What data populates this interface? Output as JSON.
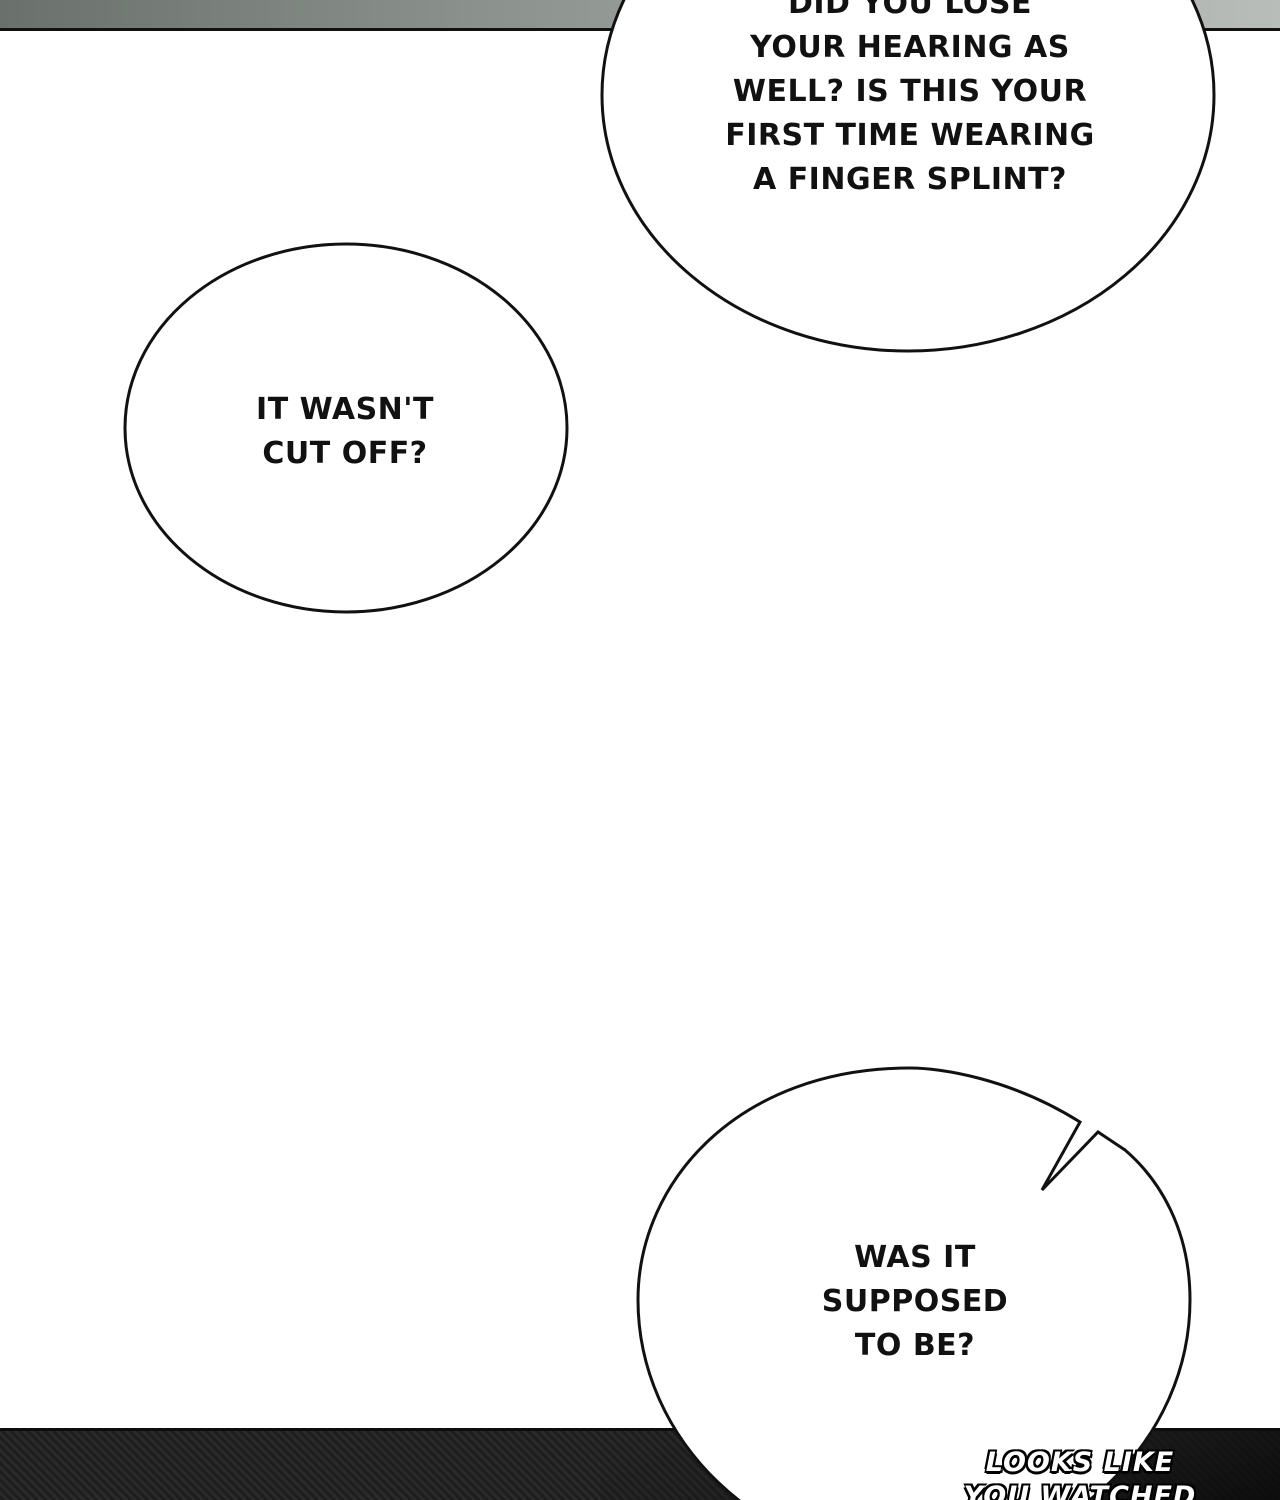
{
  "speech_bubbles": [
    {
      "text": "DID YOU LOSE\nYOUR HEARING AS\nWELL? IS THIS YOUR\nFIRST TIME WEARING\nA FINGER SPLINT?"
    },
    {
      "text": "IT WASN'T\nCUT OFF?"
    },
    {
      "text": "WAS IT\nSUPPOSED\nTO BE?"
    }
  ],
  "caption": {
    "text": "LOOKS LIKE\nYOU WATCHED"
  },
  "colors": {
    "bubble_fill": "#ffffff",
    "bubble_outline": "#111111",
    "page_background": "#ffffff",
    "dark_panel": "#222222",
    "caption_text": "#ffffff"
  }
}
